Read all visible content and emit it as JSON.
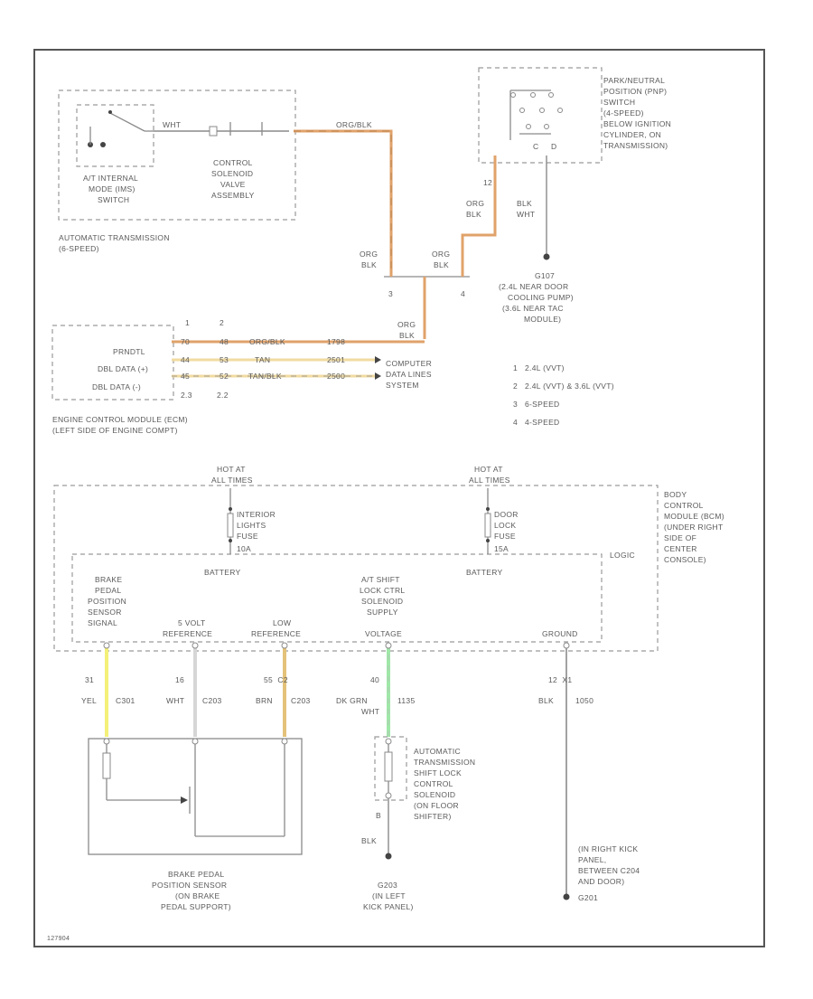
{
  "colors": {
    "orange_wire": "#e0a26a",
    "tan_wire": "#f1dba0",
    "yellow_wire": "#f4f178",
    "green_wire": "#9fe8a8",
    "brown_wire": "#e4c27a",
    "white_wire": "#d6d6d6",
    "black_wire": "#8a8a8a"
  },
  "mode_switch": {
    "lines": [
      "A/T INTERNAL",
      "MODE (IMS)",
      "SWITCH"
    ],
    "wire_color": "WHT",
    "wire_color2": "ORG/BLK"
  },
  "control_valve": {
    "lines": [
      "CONTROL",
      "SOLENOID",
      "VALVE",
      "ASSEMBLY"
    ]
  },
  "transmission_label": [
    "AUTOMATIC TRANSMISSION",
    "(6-SPEED)"
  ],
  "pnp_switch": {
    "lines": [
      "PARK/NEUTRAL",
      "POSITION (PNP)",
      "SWITCH",
      "(4-SPEED)",
      "BELOW IGNITION",
      "CYLINDER, ON",
      "TRANSMISSION)"
    ],
    "pins": [
      "C",
      "D"
    ],
    "wire_labels": [
      "ORG",
      "BLK",
      "BLK",
      "WHT"
    ],
    "wire_pin": "12"
  },
  "splice": {
    "labels": [
      "ORG",
      "BLK",
      "ORG",
      "BLK"
    ],
    "numbers": [
      "3",
      "4"
    ]
  },
  "ground_g107": {
    "lines": [
      "G107",
      "(2.4L NEAR DOOR",
      "COOLING PUMP)",
      "(3.6L NEAR TAC",
      "MODULE)"
    ]
  },
  "ecm": {
    "pin_numbers_top": [
      "1",
      "2"
    ],
    "pin_numbers_bottom": [
      "2.3",
      "2.2"
    ],
    "rows": [
      {
        "name": "PRNDTL",
        "pin1": "70",
        "pin2": "48",
        "color": "ORG/BLK",
        "circuit": "1798"
      },
      {
        "name": "DBL DATA (+)",
        "pin1": "44",
        "pin2": "53",
        "color": "TAN",
        "circuit": "2501"
      },
      {
        "name": "DBL DATA (-)",
        "pin1": "45",
        "pin2": "52",
        "color": "TAN/BLK",
        "circuit": "2500"
      }
    ],
    "splice_label": [
      "ORG",
      "BLK"
    ],
    "label": [
      "ENGINE CONTROL MODULE (ECM)",
      "(LEFT SIDE OF ENGINE COMPT)"
    ],
    "data_target": [
      "COMPUTER",
      "DATA LINES",
      "SYSTEM"
    ]
  },
  "legend": {
    "items": [
      "1   2.4L (VVT)",
      "2   2.4L (VVT) & 3.6L (VVT)",
      "3   6-SPEED",
      "4   4-SPEED"
    ]
  },
  "bcm": {
    "hot_labels": [
      [
        "HOT AT",
        "ALL TIMES"
      ],
      [
        "HOT AT",
        "ALL TIMES"
      ]
    ],
    "fuses": [
      {
        "lines": [
          "INTERIOR",
          "LIGHTS",
          "FUSE"
        ],
        "amps": "10A"
      },
      {
        "lines": [
          "DOOR",
          "LOCK",
          "FUSE"
        ],
        "amps": "15A"
      }
    ],
    "label": [
      "BODY",
      "CONTROL",
      "MODULE (BCM)",
      "(UNDER RIGHT",
      "SIDE OF",
      "CENTER",
      "CONSOLE)"
    ],
    "logic": "LOGIC",
    "battery": [
      "BATTERY",
      "BATTERY"
    ],
    "inputs": [
      [
        "BRAKE",
        "PEDAL",
        "POSITION",
        "SENSOR",
        "SIGNAL"
      ],
      [
        "5 VOLT",
        "REFERENCE"
      ],
      [
        "LOW",
        "REFERENCE"
      ],
      [
        "A/T SHIFT",
        "LOCK CTRL",
        "SOLENOID",
        "SUPPLY",
        "VOLTAGE"
      ],
      [
        "GROUND"
      ]
    ]
  },
  "wires": [
    {
      "pin": "31",
      "color": "YEL",
      "circuit": "C301"
    },
    {
      "pin": "16",
      "color": "WHT",
      "circuit": "C203"
    },
    {
      "pin": "55  C2",
      "color": "BRN",
      "circuit": "C203"
    },
    {
      "pin": "40",
      "color": "DK GRN",
      "color2": "WHT",
      "circuit": "1135"
    },
    {
      "pin": "12  X1",
      "color": "BLK",
      "circuit": "1050"
    }
  ],
  "brake_sensor": [
    "BRAKE PEDAL",
    "POSITION SENSOR",
    "(ON BRAKE",
    "PEDAL SUPPORT)"
  ],
  "shift_solenoid": {
    "lines": [
      "AUTOMATIC",
      "TRANSMISSION",
      "SHIFT LOCK",
      "CONTROL",
      "SOLENOID",
      "(ON FLOOR",
      "SHIFTER)"
    ],
    "pin": "B",
    "wire": "BLK"
  },
  "ground_g203": [
    "G203",
    "(IN LEFT",
    "KICK PANEL)"
  ],
  "ground_g201": [
    "(IN RIGHT KICK",
    "PANEL,",
    "BETWEEN C204",
    "AND DOOR)",
    "G201"
  ],
  "footer": "127904"
}
